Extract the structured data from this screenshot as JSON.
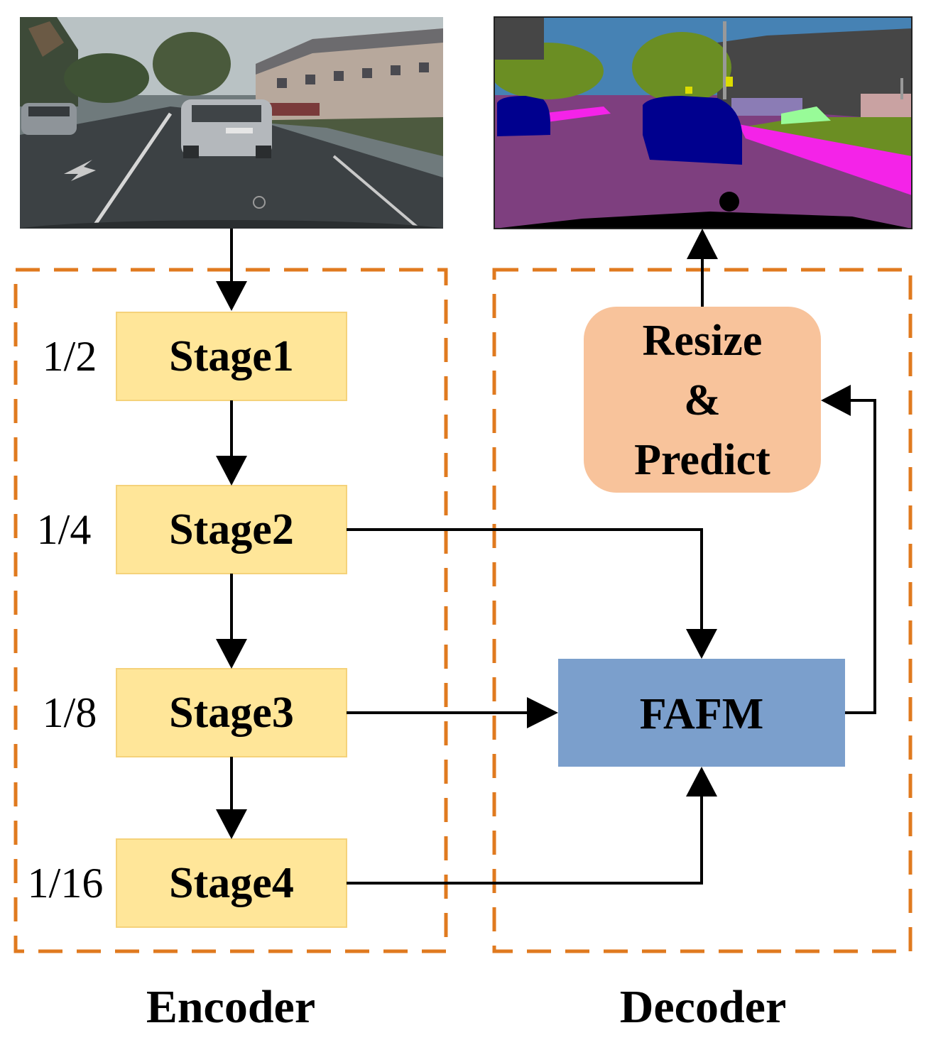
{
  "input_image": {
    "alt": ""
  },
  "output_image": {
    "alt": ""
  },
  "encoder": {
    "label": "Encoder",
    "stages": [
      {
        "label": "Stage1",
        "scale": "1/2"
      },
      {
        "label": "Stage2",
        "scale": "1/4"
      },
      {
        "label": "Stage3",
        "scale": "1/8"
      },
      {
        "label": "Stage4",
        "scale": "1/16"
      }
    ]
  },
  "decoder": {
    "label": "Decoder",
    "fafm_label": "FAFM",
    "resize_lines": [
      "Resize",
      "&",
      "Predict"
    ]
  },
  "colors": {
    "stage_fill": "#FFE699",
    "stage_stroke": "#F5D27A",
    "fafm_fill": "#7B9FCC",
    "resize_fill": "#F8C39B",
    "dash": "#E07A1F",
    "arrow": "#000000"
  }
}
